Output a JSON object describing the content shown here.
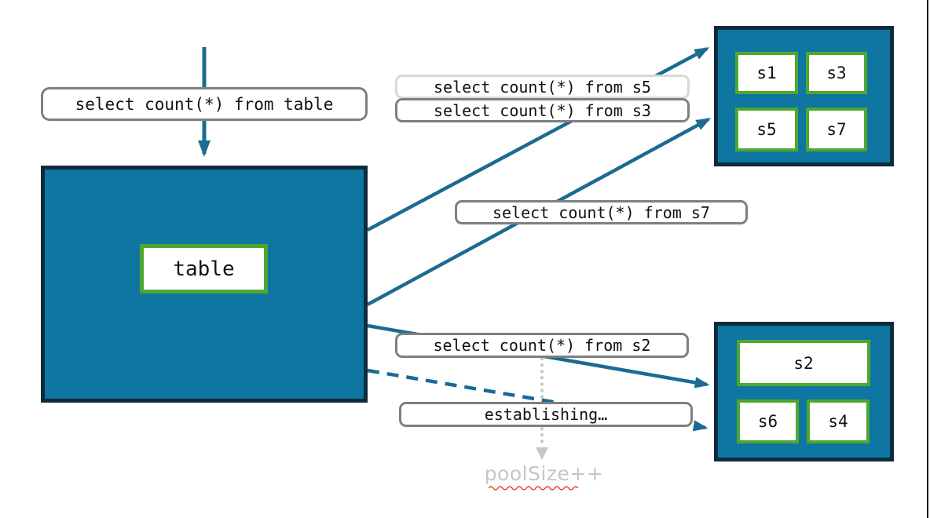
{
  "diagram": {
    "labels": {
      "query_table": "select count(*) from table",
      "query_s5": "select count(*) from s5",
      "query_s3": "select count(*) from s3",
      "query_s7": "select count(*) from s7",
      "query_s2": "select count(*) from s2",
      "establishing": "establishing…",
      "pool_size_increment": "poolSize++"
    },
    "table_box": {
      "label": "table"
    },
    "pool_top": {
      "slots": [
        "s1",
        "s3",
        "s5",
        "s7"
      ]
    },
    "pool_bottom": {
      "slots": [
        "s2",
        "s6",
        "s4"
      ]
    },
    "colors": {
      "container_fill": "#0E76A1",
      "container_border": "#0E2B3C",
      "arrow": "#1A6B93",
      "slot_border": "#4EA72E",
      "label_border": "#7F7F7F",
      "label_border_light": "#D8D8D8",
      "muted_gray": "#C6C6C6",
      "spellcheck_red": "#ED3B26"
    }
  }
}
